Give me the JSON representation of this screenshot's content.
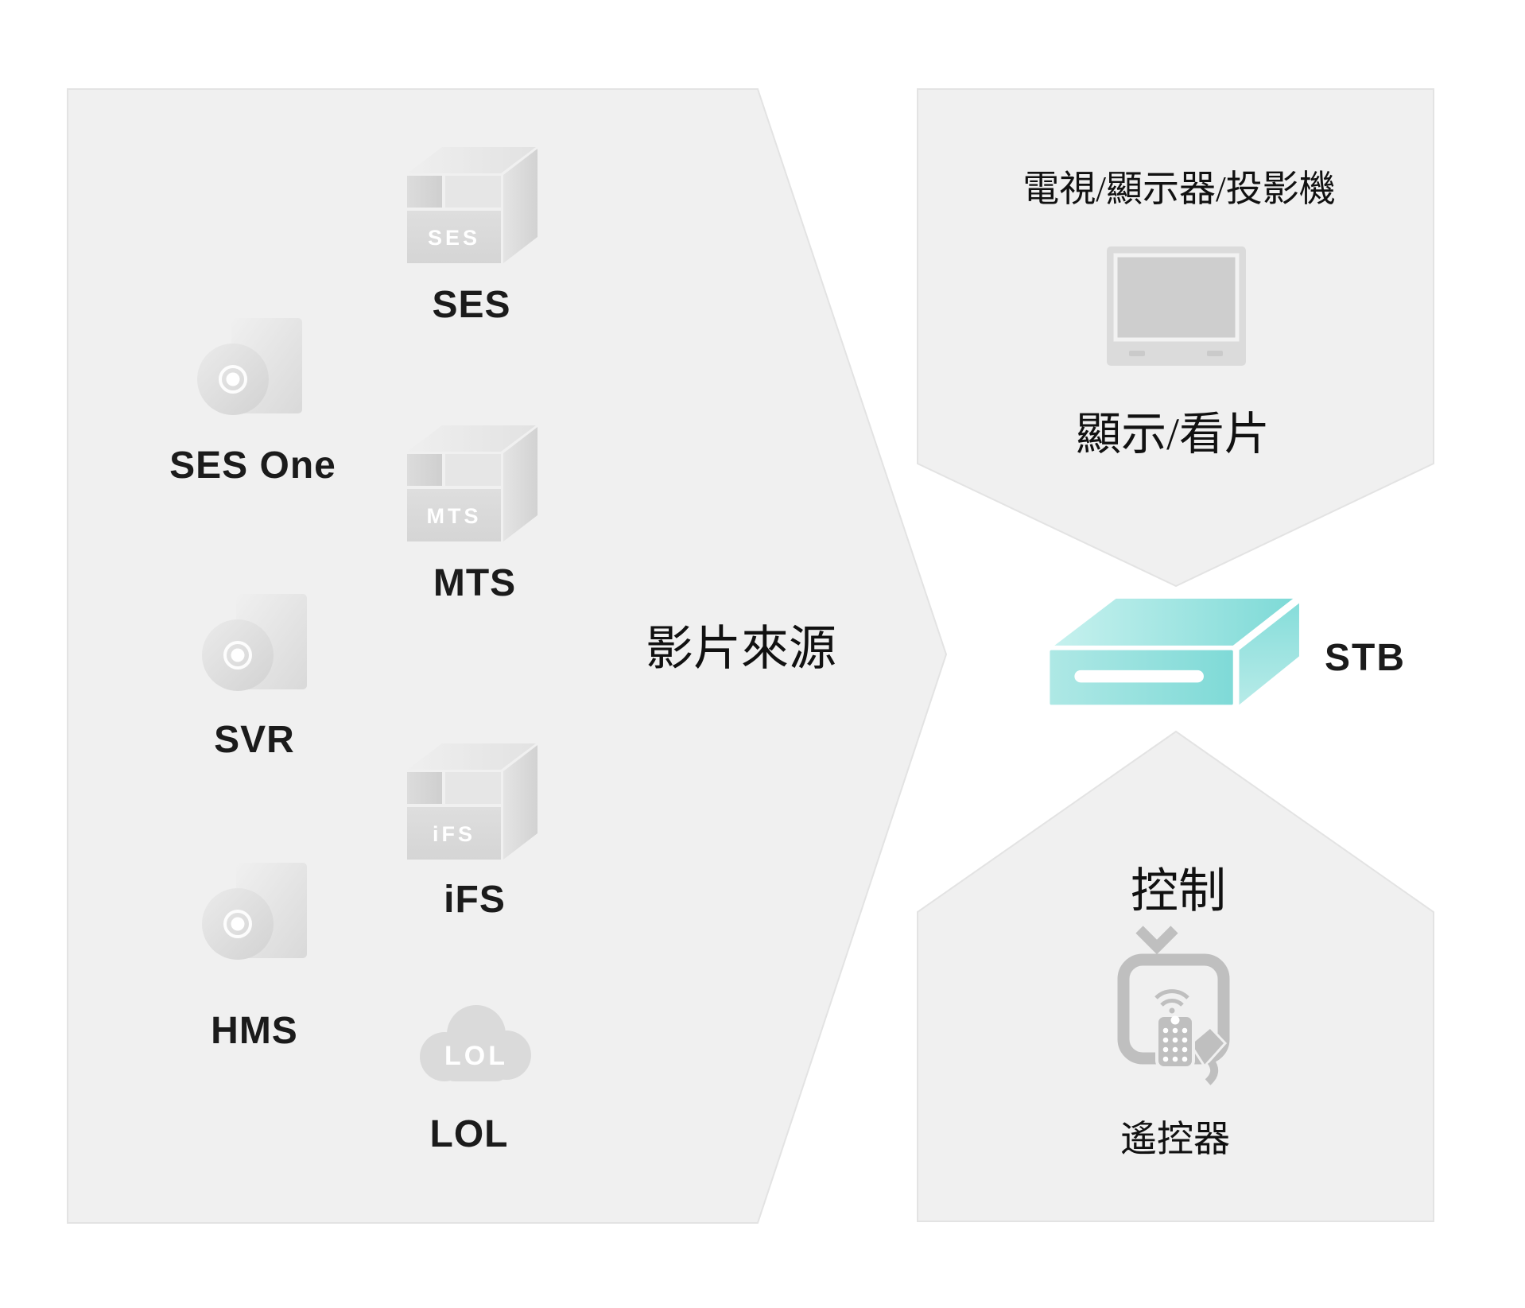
{
  "diagram_title": "",
  "sources_panel": {
    "title": "影片來源",
    "items": [
      {
        "id": "ses",
        "label": "SES",
        "icon": "server-box-icon",
        "box_text": "SES"
      },
      {
        "id": "ses-one",
        "label": "SES One",
        "icon": "software-disc-icon",
        "box_text": ""
      },
      {
        "id": "mts",
        "label": "MTS",
        "icon": "server-box-icon",
        "box_text": "MTS"
      },
      {
        "id": "svr",
        "label": "SVR",
        "icon": "software-disc-icon",
        "box_text": ""
      },
      {
        "id": "ifs",
        "label": "iFS",
        "icon": "server-box-icon",
        "box_text": "iFS"
      },
      {
        "id": "hms",
        "label": "HMS",
        "icon": "software-disc-icon",
        "box_text": ""
      },
      {
        "id": "lol",
        "label": "LOL",
        "icon": "cloud-icon",
        "box_text": "LOL"
      }
    ]
  },
  "display_panel": {
    "device_line": "電視/顯示器/投影機",
    "caption": "顯示/看片",
    "icon": "monitor-icon"
  },
  "stb": {
    "label": "STB",
    "icon": "set-top-box-icon"
  },
  "control_panel": {
    "title": "控制",
    "caption": "遙控器",
    "icon": "tv-remote-icon"
  },
  "colors": {
    "background": "#ffffff",
    "panel_fill": "#f0f0f0",
    "panel_edge": "#e3e3e3",
    "icon_gray": "#dadada",
    "icon_gray_dark": "#bfbfbf",
    "box_text_white": "#ffffff",
    "label_black": "#1b1b1b",
    "stb_teal_light": "#c6f1ee",
    "stb_teal": "#7edad7"
  }
}
